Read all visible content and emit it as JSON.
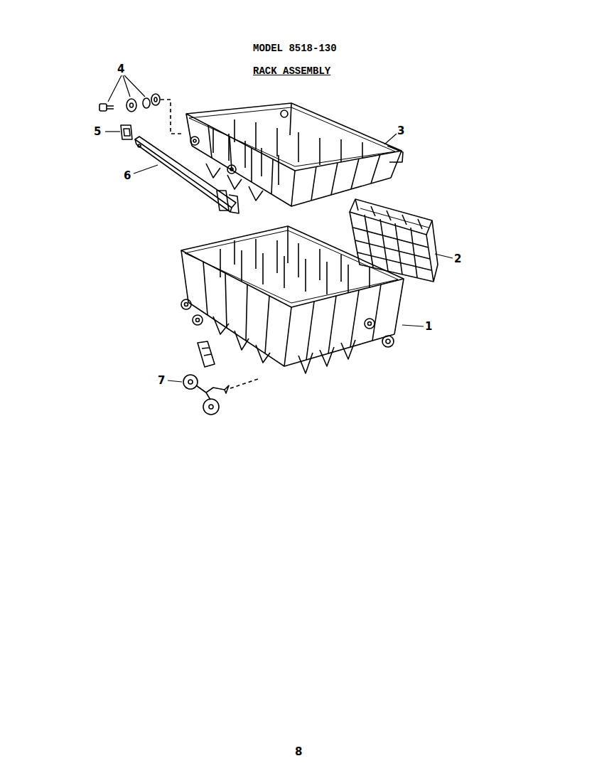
{
  "diagram": {
    "title": "MODEL 8518-130",
    "labels": [
      "RACK ASSEMBLY",
      "4",
      "5",
      "3",
      "6",
      "2",
      "1",
      "7",
      "8"
    ]
  }
}
